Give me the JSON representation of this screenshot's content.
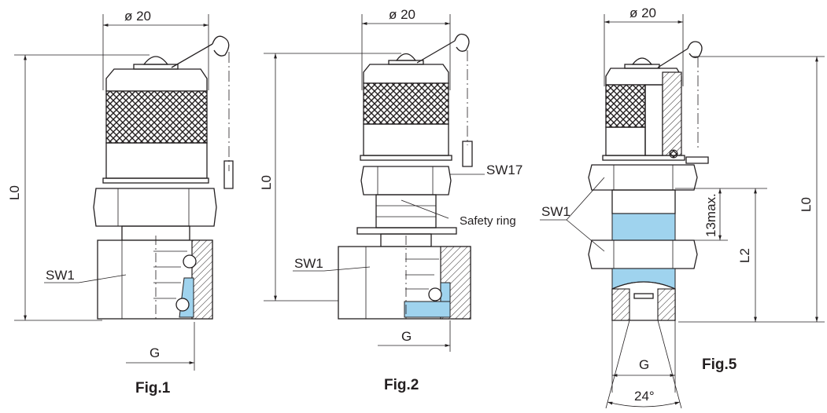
{
  "figures": [
    {
      "caption": "Fig.1",
      "diameter": "ø 20",
      "overall_length": "L0",
      "wrench_size": "SW1",
      "thread": "G"
    },
    {
      "caption": "Fig.2",
      "diameter": "ø 20",
      "overall_length": "L0",
      "wrench_size": "SW1",
      "nut_size": "SW17",
      "ring_label": "Safety ring",
      "thread": "G"
    },
    {
      "caption": "Fig.5",
      "diameter": "ø 20",
      "overall_length": "L0",
      "wrench_size": "SW1",
      "panel_length": "L2",
      "max_thickness": "13max.",
      "thread": "G",
      "cone_angle": "24°"
    }
  ],
  "colors": {
    "sealing_highlight": "#9fd3ee",
    "line": "#231f20"
  }
}
